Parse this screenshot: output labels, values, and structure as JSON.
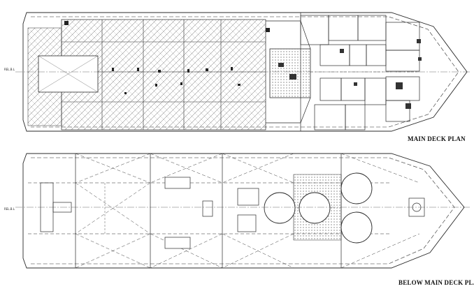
{
  "plans": {
    "main": {
      "title": "MAIN DECK PLAN",
      "centerline_ref": "REL.B.L"
    },
    "below": {
      "title": "BELOW MAIN DECK PLAN",
      "centerline_ref": "REL.B.L"
    }
  },
  "palette": {
    "line": "#2a2a2a",
    "hatch": "#555555",
    "dash": "#444444",
    "paper": "#ffffff"
  }
}
